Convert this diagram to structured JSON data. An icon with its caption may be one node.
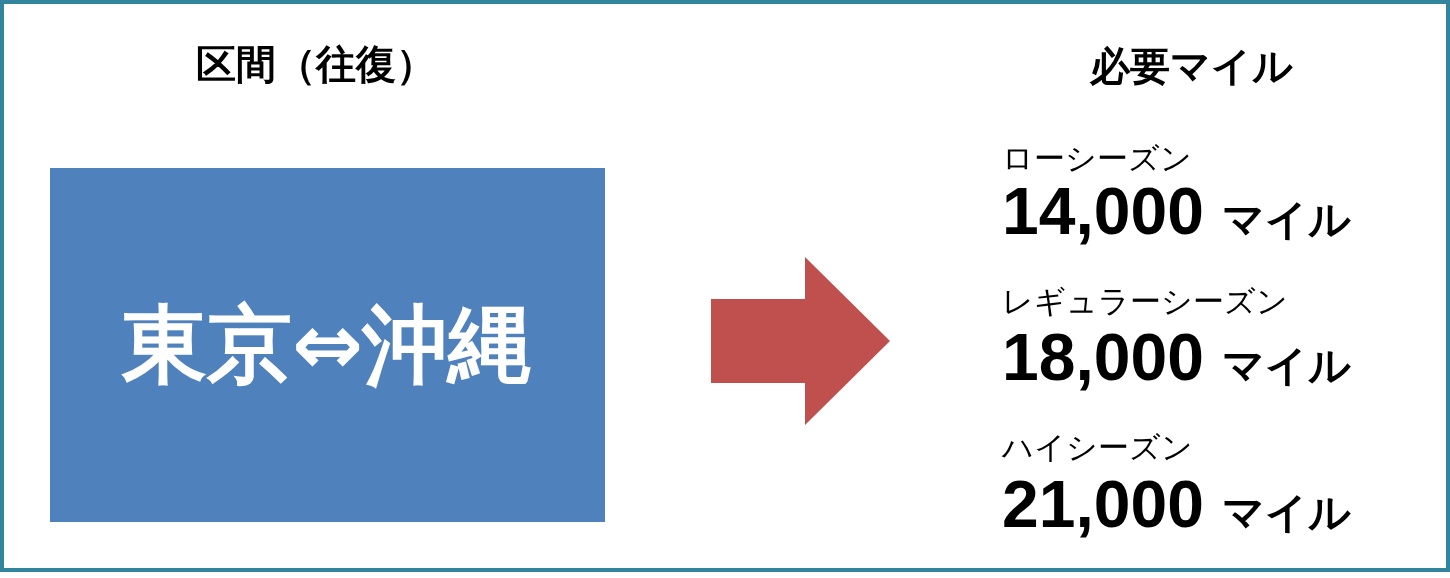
{
  "diagram": {
    "nodes": [
      {
        "text": [
          "東京⇔沖縄"
        ]
      },
      {
        "text": [
          "ローシーズン",
          "14,000 マイル",
          "レギュラーシーズン",
          "18,000 マイル",
          "ハイシーズン",
          "21,000 マイル"
        ]
      }
    ],
    "edges": [
      {
        "from": 0,
        "to": 1,
        "arrow": "to",
        "style": "thick",
        "color": "#c0504d"
      }
    ],
    "labels": [
      "区間（往復）",
      "必要マイル"
    ]
  }
}
